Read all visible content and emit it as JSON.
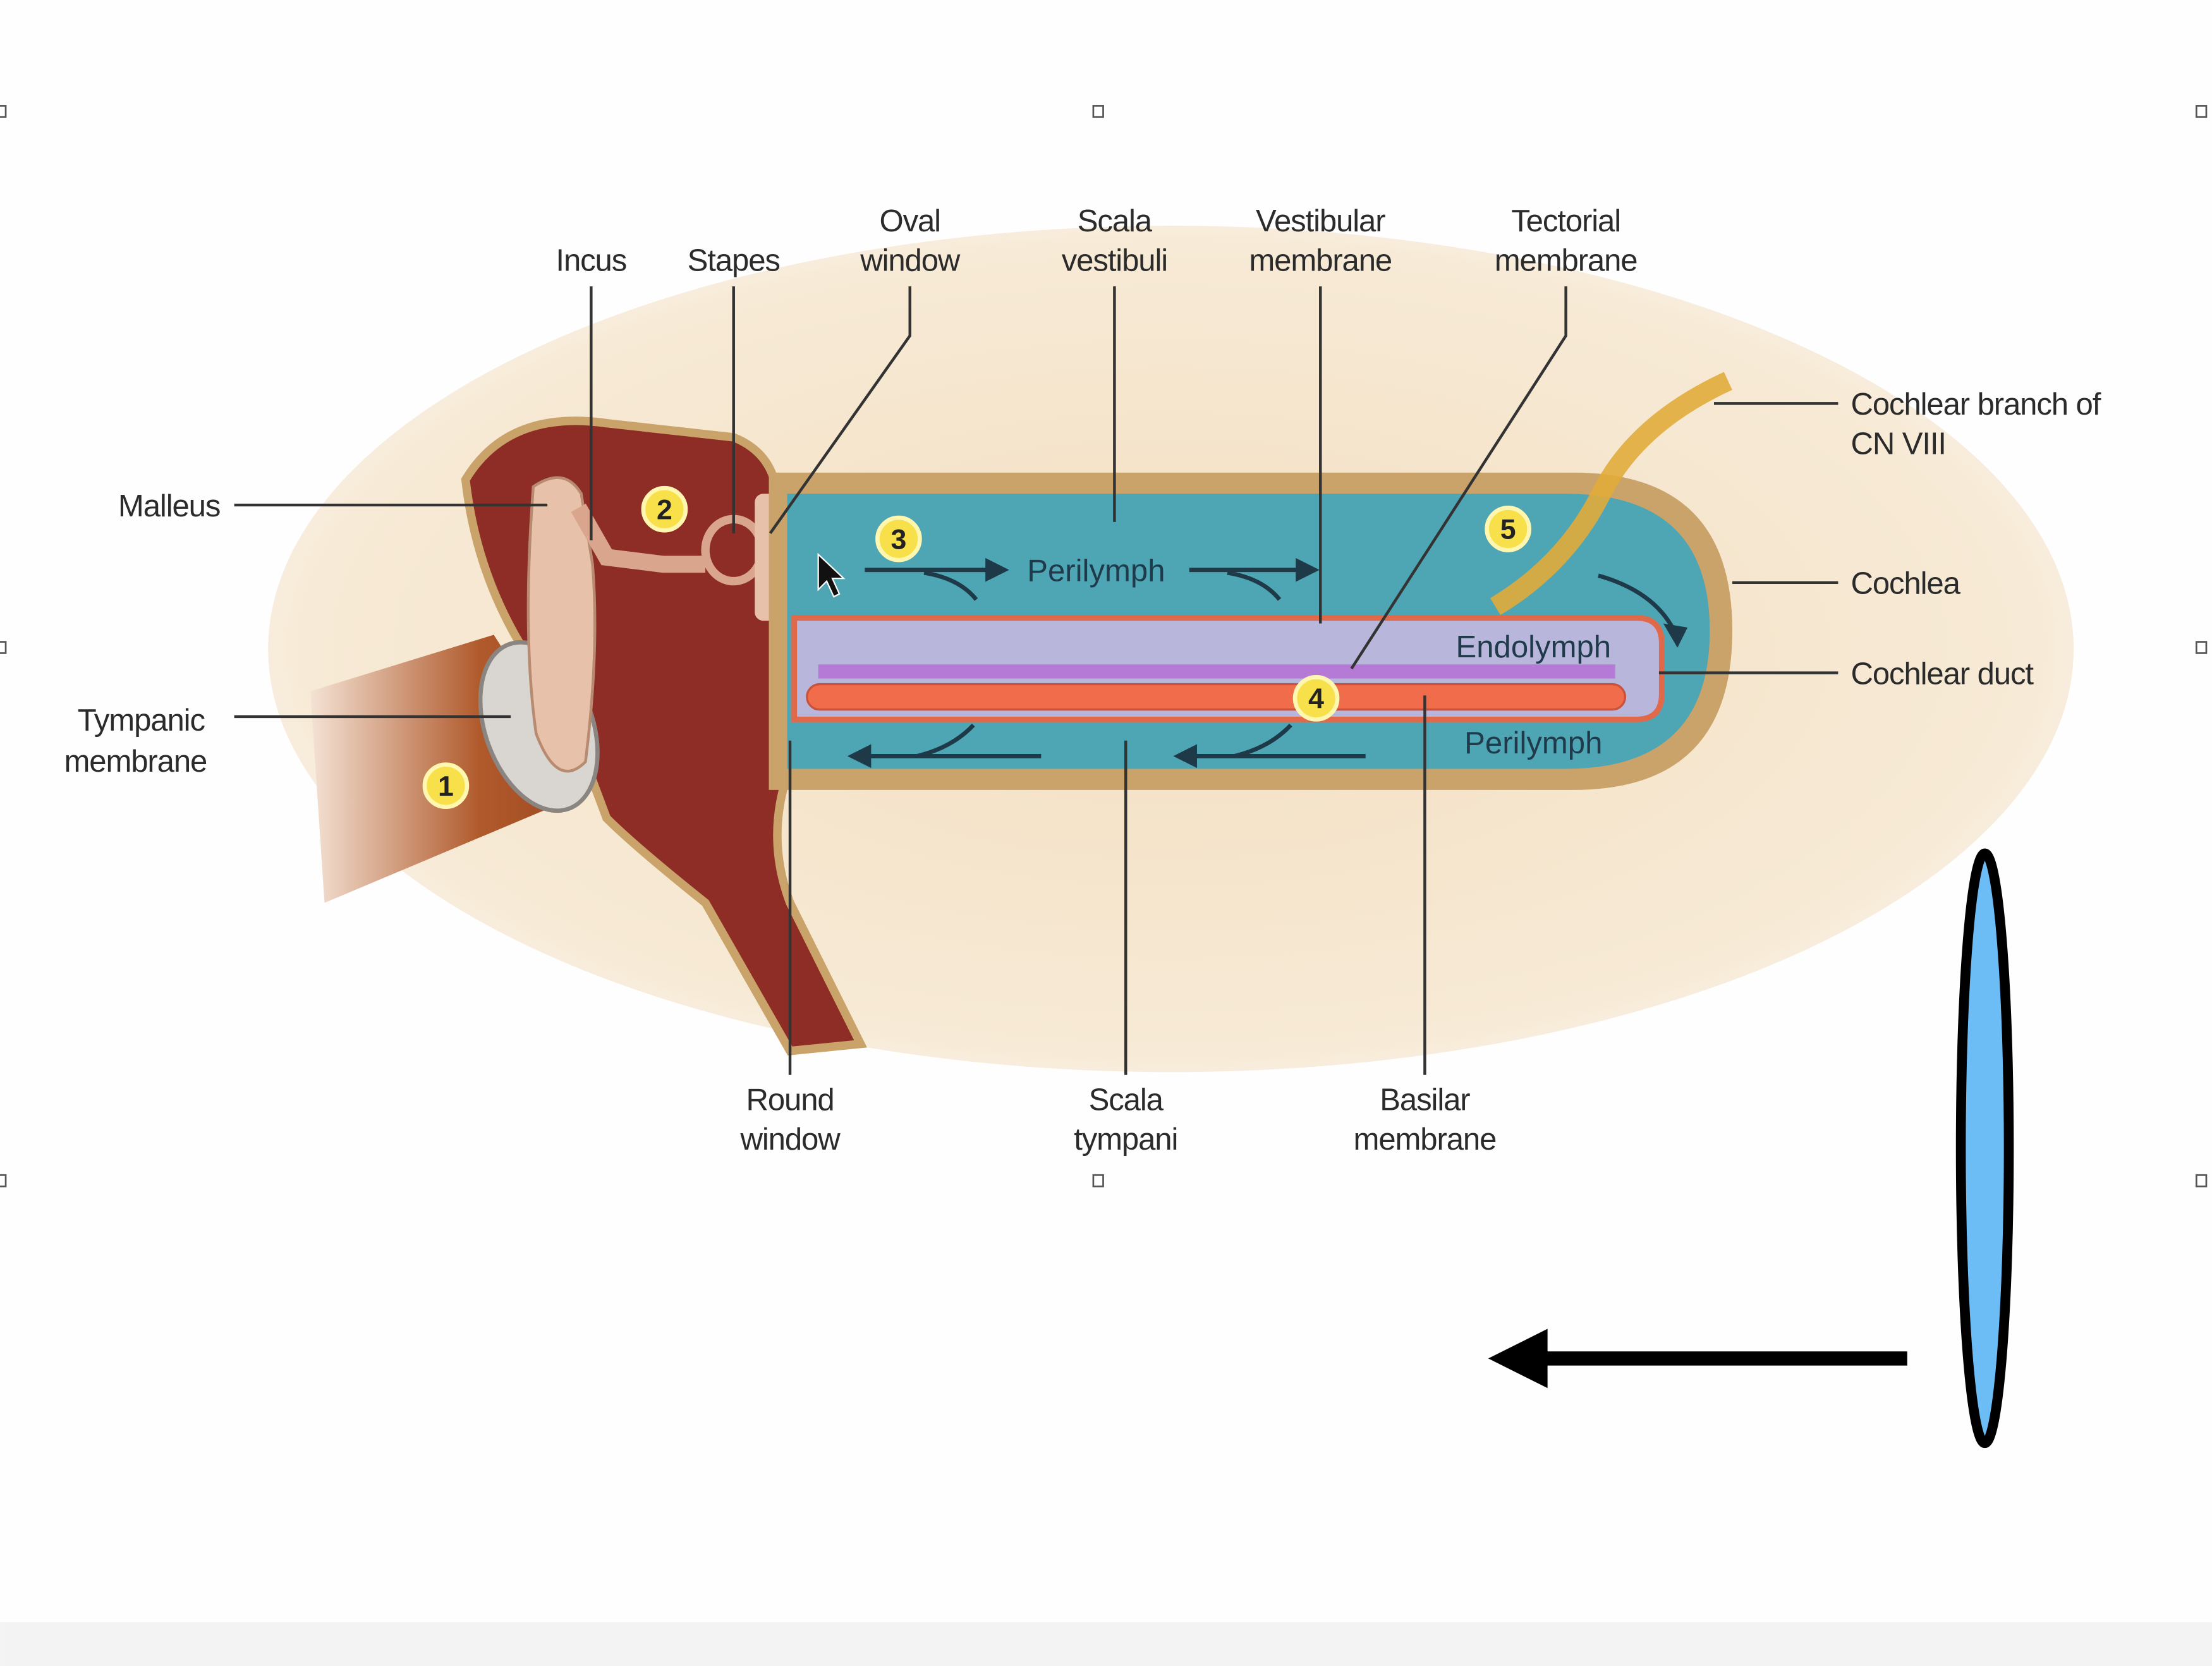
{
  "diagram": {
    "labels": {
      "incus": "Incus",
      "stapes": "Stapes",
      "oval_window": [
        "Oval",
        "window"
      ],
      "scala_vestibuli": [
        "Scala",
        "vestibuli"
      ],
      "vestibular_membrane": [
        "Vestibular",
        "membrane"
      ],
      "tectorial_membrane": [
        "Tectorial",
        "membrane"
      ],
      "cochlear_branch": [
        "Cochlear branch of",
        "CN VIII"
      ],
      "malleus": "Malleus",
      "tympanic_membrane": [
        "Tympanic",
        "membrane"
      ],
      "cochlea": "Cochlea",
      "cochlear_duct": "Cochlear duct",
      "round_window": [
        "Round",
        "window"
      ],
      "scala_tympani": [
        "Scala",
        "tympani"
      ],
      "basilar_membrane": [
        "Basilar",
        "membrane"
      ]
    },
    "fluids": {
      "perilymph_upper": "Perilymph",
      "endolymph": "Endolymph",
      "perilymph_lower": "Perilymph"
    },
    "steps": [
      "1",
      "2",
      "3",
      "4",
      "5"
    ]
  },
  "annotations": {
    "arrow_direction": "left",
    "lens_color": "#6cbcf5"
  }
}
